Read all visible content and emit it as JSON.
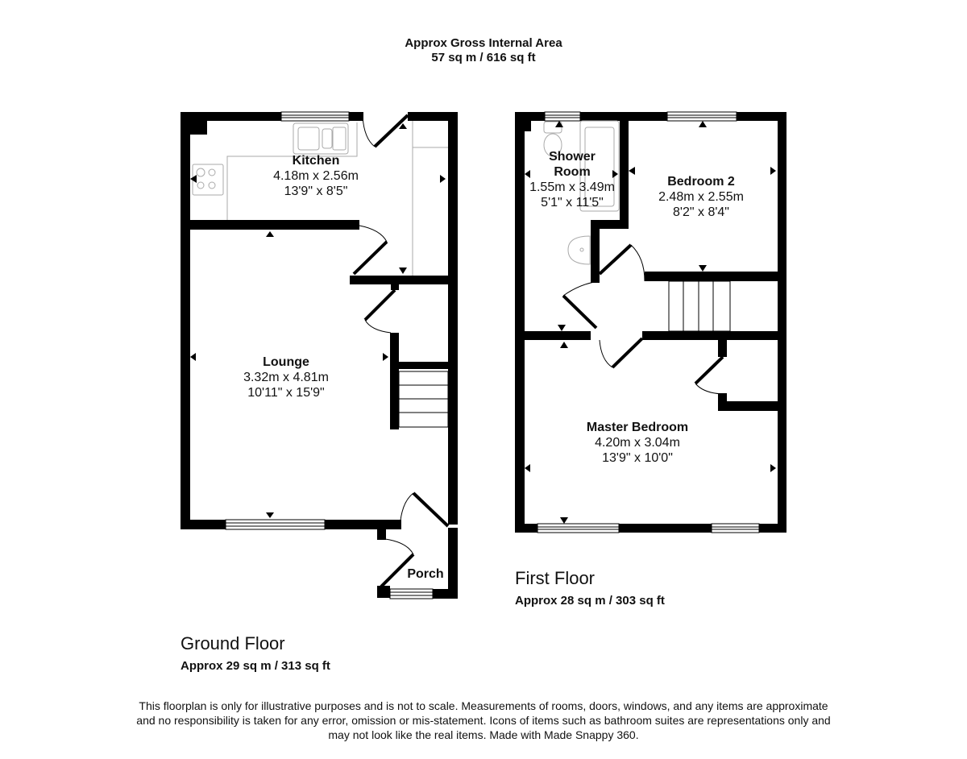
{
  "header": {
    "title": "Approx Gross Internal Area",
    "area": "57 sq m / 616 sq ft"
  },
  "ground_floor": {
    "title": "Ground Floor",
    "area": "Approx 29 sq m / 313 sq ft",
    "rooms": [
      {
        "name": "Kitchen",
        "metric": "4.18m x 2.56m",
        "imperial": "13'9\" x 8'5\""
      },
      {
        "name": "Lounge",
        "metric": "3.32m x 4.81m",
        "imperial": "10'11\" x 15'9\""
      },
      {
        "name": "Porch"
      }
    ]
  },
  "first_floor": {
    "title": "First Floor",
    "area": "Approx 28 sq m / 303 sq ft",
    "rooms": [
      {
        "name_line1": "Shower",
        "name_line2": "Room",
        "metric": "1.55m x 3.49m",
        "imperial": "5'1\" x 11'5\""
      },
      {
        "name": "Bedroom 2",
        "metric": "2.48m x 2.55m",
        "imperial": "8'2\" x 8'4\""
      },
      {
        "name": "Master Bedroom",
        "metric": "4.20m x 3.04m",
        "imperial": "13'9\" x 10'0\""
      }
    ]
  },
  "disclaimer": {
    "line1": "This floorplan is only for illustrative purposes and is not to scale. Measurements of rooms, doors, windows, and any items are approximate",
    "line2": "and no responsibility is taken for any error, omission or mis-statement. Icons of items such as bathroom suites are representations only and",
    "line3": "may not look like the real items. Made with Made Snappy 360."
  },
  "colors": {
    "wall": "#000000",
    "fixture": "#999999",
    "background": "#ffffff"
  }
}
